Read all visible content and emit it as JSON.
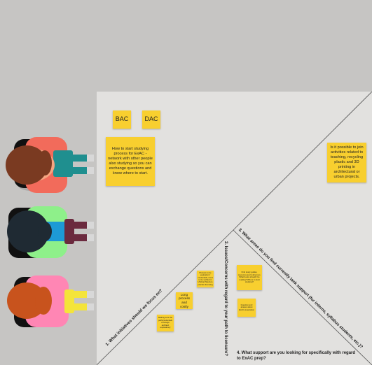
{
  "board": {
    "tags": [
      {
        "id": "bac",
        "label": "BAC"
      },
      {
        "id": "dac",
        "label": "DAC"
      }
    ],
    "notes": {
      "study_process": "How to start studying process for ExAC - network with other people also studying so you can exchange questions and know where to start.",
      "activities": "Is it possible to join activities related to teaching, recycling plastic and 3D printing in architectural or urban projects.",
      "long_process": "Long process and costly",
      "small_left": "Making sure the path/credentials of foreign architect equivalency",
      "small_mid": "Process to be equivalent / credentials, need to be verified in USA/architecture practice licensing",
      "study_guides": "Find study guides, resources and references. What books should I be reading? Where to start studying?",
      "question_answer": "Question and answer about ExAC preparation"
    },
    "questions": {
      "q1": "1. What initiatives should we focus on?",
      "q2": "2. Issues/Concerns with regard to your path to licensure?",
      "q3": "3. What areas do you find currently lack support (for interns, syllabus students, etc.)?",
      "q4": "4. What support are you looking for specifically with regard to ExAC prep?"
    }
  },
  "colors": {
    "background": "#c6c5c3",
    "board": "#e2e1df",
    "sticky": "#f8cf2f",
    "avatar1_shirt": "#f26b5b",
    "avatar2_shirt": "#8ef08a",
    "avatar3_shirt": "#ff86b4"
  },
  "avatars": [
    {
      "id": "avatar-1",
      "hair": "brown",
      "shirt": "coral",
      "pants": "teal"
    },
    {
      "id": "avatar-2",
      "hair": "black",
      "shirt": "green",
      "pants": "maroon"
    },
    {
      "id": "avatar-3",
      "hair": "auburn",
      "shirt": "pink",
      "pants": "yellow"
    }
  ]
}
